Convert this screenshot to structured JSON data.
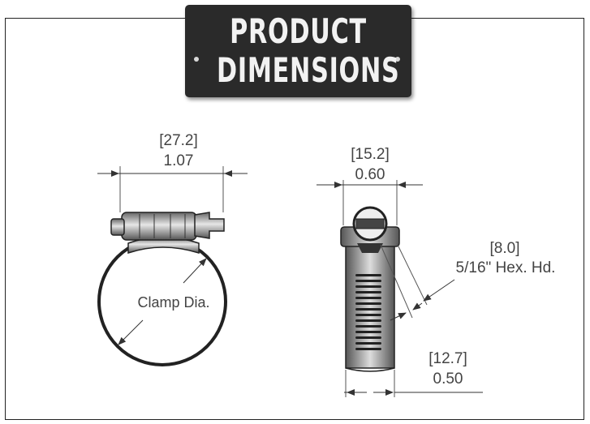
{
  "title": {
    "line1": "PRODUCT",
    "line2": "DIMENSIONS"
  },
  "left_view": {
    "width_mm": "[27.2]",
    "width_in": "1.07",
    "clamp_label": "Clamp Dia."
  },
  "right_view": {
    "width_mm": "[15.2]",
    "width_in": "0.60",
    "hex_mm": "[8.0]",
    "hex_label": "5/16\" Hex. Hd.",
    "band_mm": "[12.7]",
    "band_in": "0.50"
  }
}
